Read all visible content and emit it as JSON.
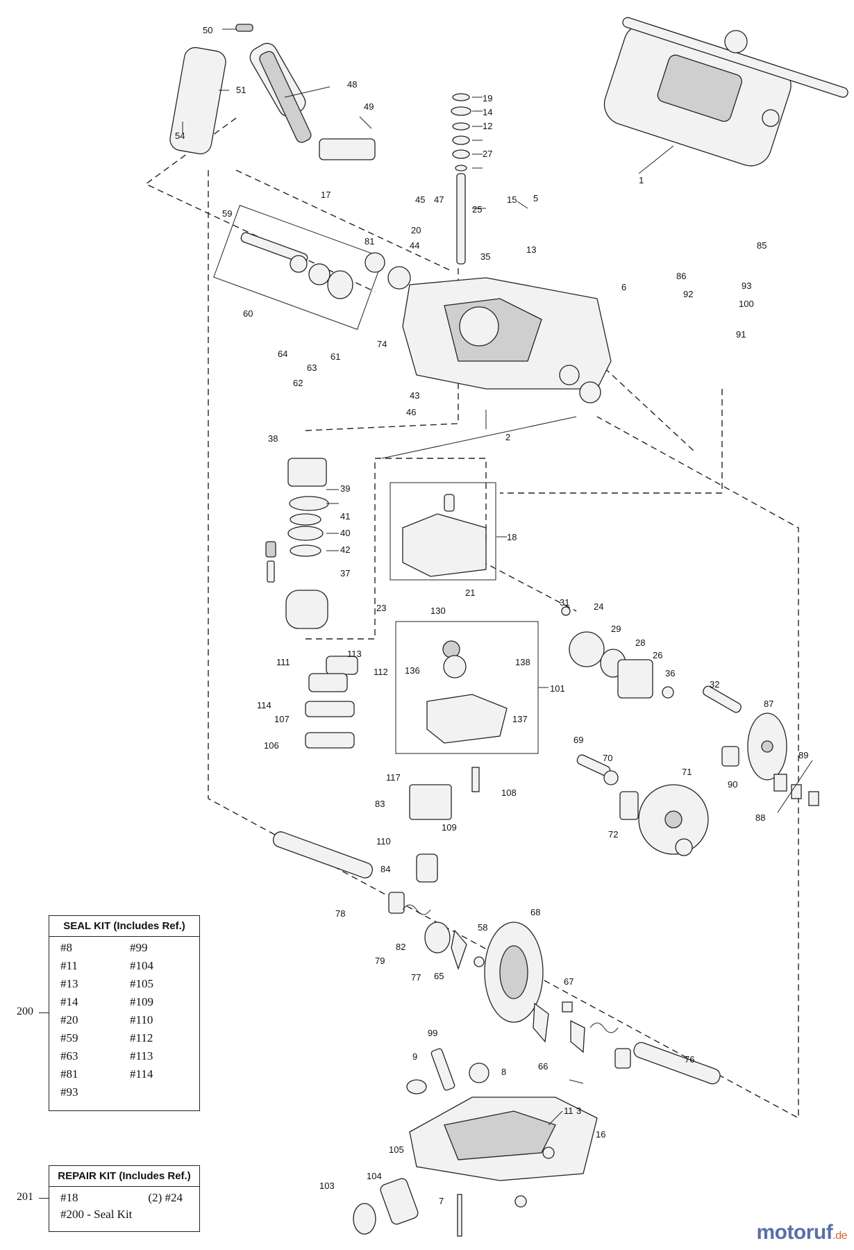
{
  "callouts": [
    "1",
    "2",
    "3",
    "5",
    "6",
    "7",
    "8",
    "9",
    "11",
    "12",
    "13",
    "14",
    "15",
    "16",
    "17",
    "18",
    "19",
    "20",
    "21",
    "23",
    "24",
    "25",
    "26",
    "27",
    "28",
    "29",
    "31",
    "32",
    "35",
    "36",
    "37",
    "38",
    "39",
    "40",
    "41",
    "42",
    "43",
    "44",
    "45",
    "46",
    "47",
    "48",
    "49",
    "50",
    "51",
    "54",
    "58",
    "59",
    "60",
    "61",
    "62",
    "63",
    "64",
    "65",
    "66",
    "67",
    "68",
    "69",
    "70",
    "71",
    "72",
    "74",
    "76",
    "77",
    "78",
    "79",
    "81",
    "82",
    "83",
    "84",
    "85",
    "86",
    "87",
    "88",
    "89",
    "90",
    "91",
    "92",
    "93",
    "99",
    "100",
    "101",
    "103",
    "104",
    "105",
    "106",
    "107",
    "108",
    "109",
    "110",
    "111",
    "112",
    "113",
    "114",
    "117",
    "130",
    "136",
    "137",
    "138"
  ],
  "seal_kit": {
    "ref": "200",
    "title": "SEAL KIT (Includes Ref.)",
    "col1": [
      "#8",
      "#11",
      "#13",
      "#14",
      "#20",
      "#59",
      "#63",
      "#81",
      "#93"
    ],
    "col2": [
      "#99",
      "#104",
      "#105",
      "#109",
      "#110",
      "#112",
      "#113",
      "#114"
    ]
  },
  "repair_kit": {
    "ref": "201",
    "title": "REPAIR KIT (Includes Ref.)",
    "row1_left": "#18",
    "row1_right": "(2) #24",
    "row2": "#200 - Seal Kit"
  },
  "watermark": {
    "main": "motoruf",
    "tld": ".de"
  }
}
